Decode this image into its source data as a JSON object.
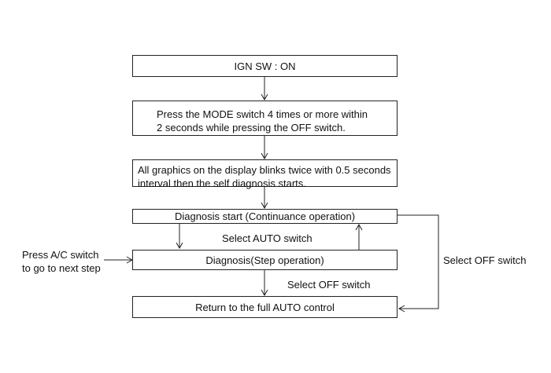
{
  "boxes": {
    "ign": "IGN SW : ON",
    "press_line1": "Press the MODE switch 4 times or more within",
    "press_line2": "2 seconds while pressing the OFF switch.",
    "graphics_line1": "All graphics on the display blinks twice with 0.5 seconds",
    "graphics_line2": "interval then the self diagnosis starts.",
    "diag_start": "Diagnosis start (Continuance operation)",
    "diag_step": "Diagnosis(Step operation)",
    "return": "Return to the full AUTO control"
  },
  "labels": {
    "select_auto": "Select AUTO switch",
    "select_off_right": "Select OFF switch",
    "select_off_bottom": "Select OFF switch",
    "press_ac_line1": "Press A/C switch",
    "press_ac_line2": "to go to next step"
  },
  "colors": {
    "line": "#222222",
    "background": "#ffffff"
  }
}
